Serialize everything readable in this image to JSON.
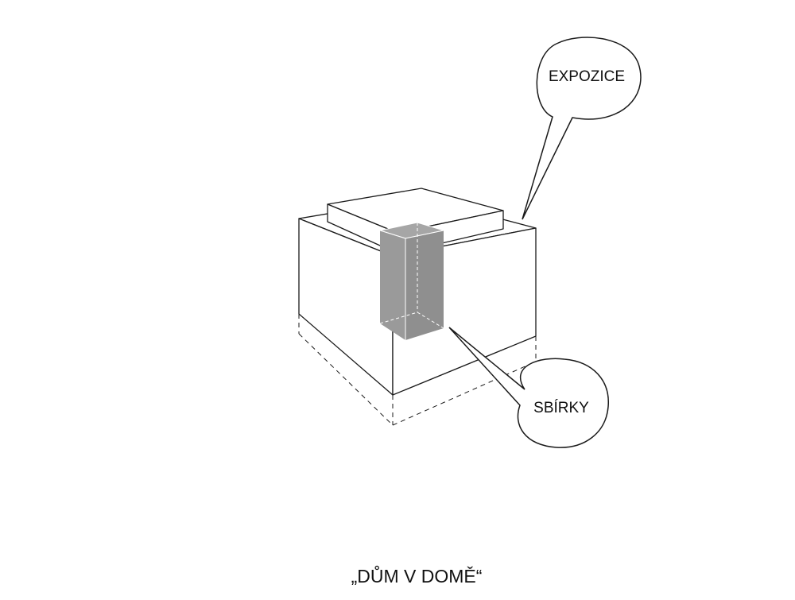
{
  "labels": {
    "expozice": "EXPOZICE",
    "sbirky": "SBÍRKY"
  },
  "caption": "„DŮM V DOMĚ“",
  "colors": {
    "line": "#1a1a1a",
    "core_fill": "#999999",
    "background": "#ffffff"
  }
}
